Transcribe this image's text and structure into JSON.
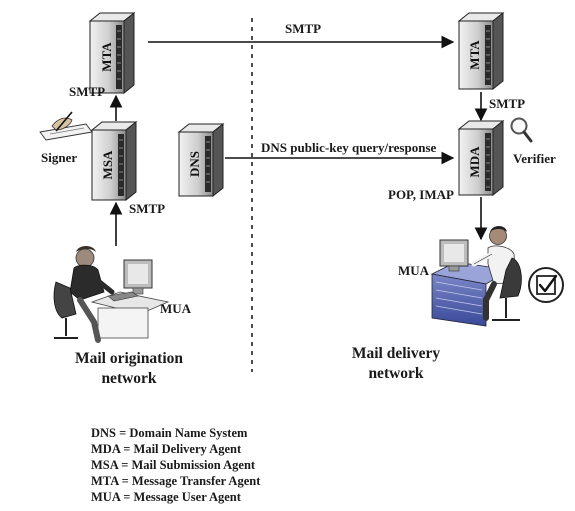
{
  "servers": {
    "mta_left": "MTA",
    "msa": "MSA",
    "dns": "DNS",
    "mta_right": "MTA",
    "mda": "MDA"
  },
  "edges": {
    "smtp_top": "SMTP",
    "smtp_msa_mta": "SMTP",
    "smtp_mua_msa": "SMTP",
    "smtp_mta_mda": "SMTP",
    "dns_query": "DNS public-key query/response",
    "pop_imap": "POP, IMAP"
  },
  "actors": {
    "signer": "Signer",
    "verifier": "Verifier",
    "mua_left": "MUA",
    "mua_right": "MUA"
  },
  "networks": {
    "origination": [
      "Mail origination",
      "network"
    ],
    "delivery": [
      "Mail delivery",
      "network"
    ]
  },
  "legend": [
    "DNS = Domain Name System",
    "MDA = Mail Delivery Agent",
    "MSA = Mail Submission Agent",
    "MTA = Message Transfer Agent",
    "MUA = Message User Agent"
  ]
}
